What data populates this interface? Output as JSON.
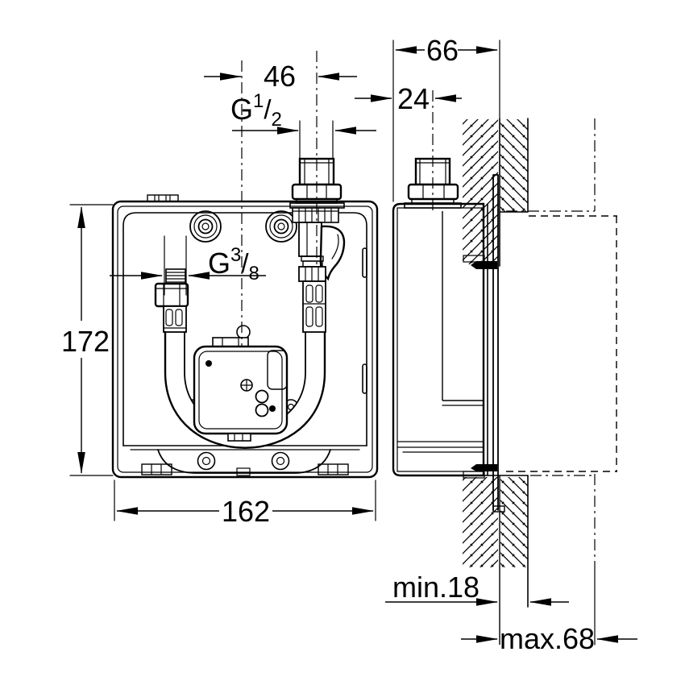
{
  "drawing": {
    "type": "installation-dimension-drawing",
    "colors": {
      "line": "#000000",
      "background": "#ffffff"
    },
    "labels": {
      "dim_46": "46",
      "dim_66": "66",
      "dim_24": "24",
      "dim_172": "172",
      "dim_162": "162",
      "dim_min18": "min.18",
      "dim_max68": "max.68",
      "g12": {
        "g": "G",
        "num": "1",
        "slash": "/",
        "den": "2"
      },
      "g38": {
        "g": "G",
        "num": "3",
        "slash": "/",
        "den": "8"
      }
    }
  }
}
